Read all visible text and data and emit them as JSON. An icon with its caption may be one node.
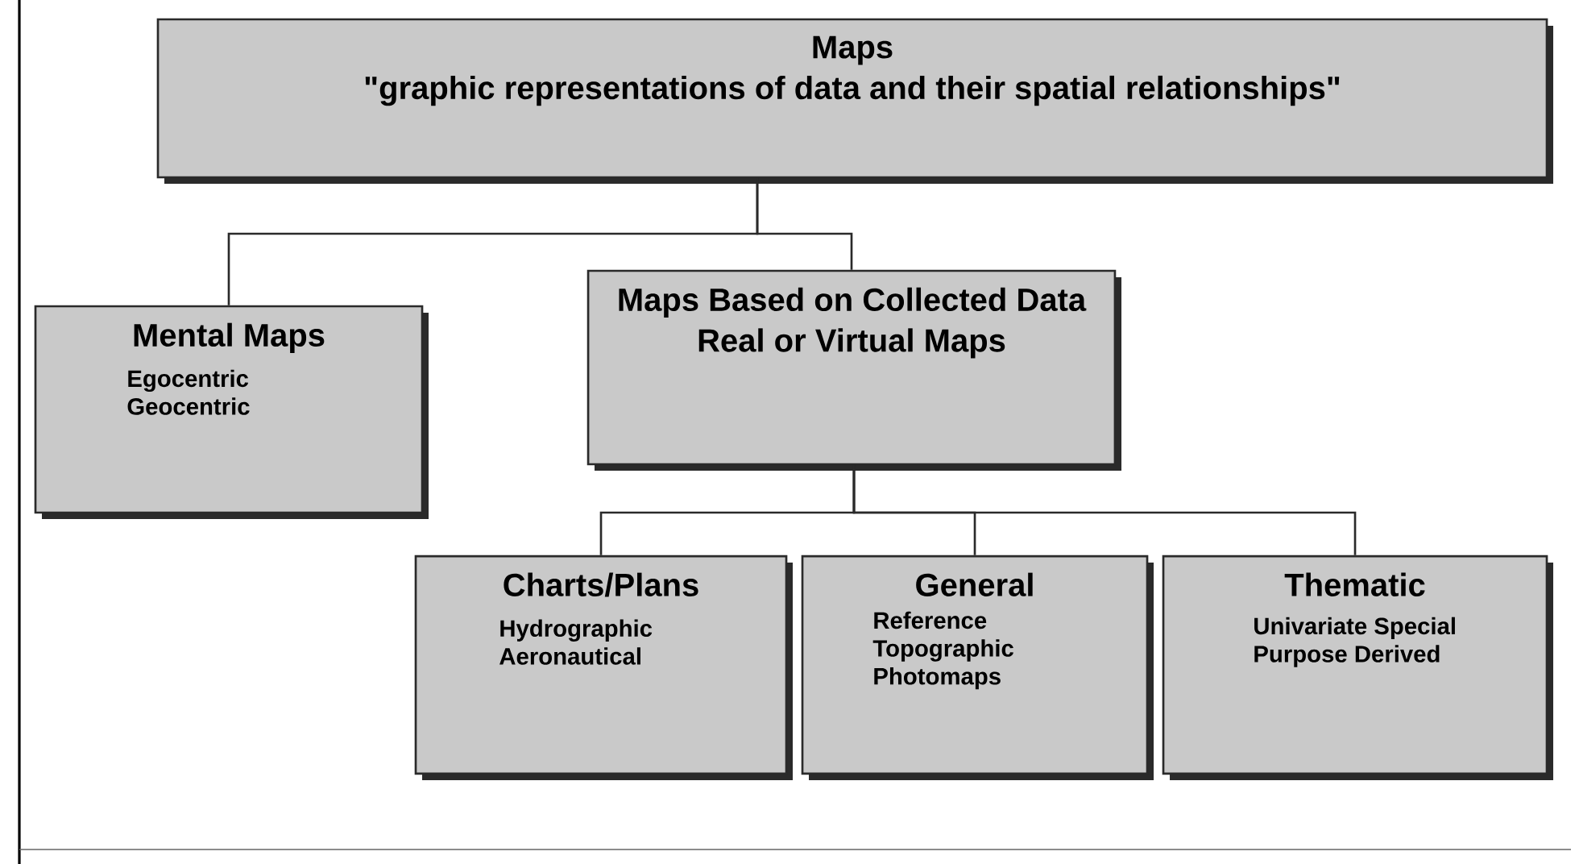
{
  "diagram": {
    "nodes": [
      {
        "text": [
          "Maps",
          "\"graphic representations of data and their spatial relationships\""
        ]
      },
      {
        "text": [
          "Mental Maps",
          "Egocentric Geocentric"
        ]
      },
      {
        "text": [
          "Maps Based on Collected Data",
          "Real or Virtual Maps"
        ]
      },
      {
        "text": [
          "Charts/Plans",
          "Hydrographic Aeronautical"
        ]
      },
      {
        "text": [
          "General",
          "Reference Topographic Photomaps"
        ]
      },
      {
        "text": [
          "Thematic",
          "Univariate Special Purpose Derived"
        ]
      }
    ],
    "edges": [
      {
        "from": 0,
        "to": 1,
        "arrow": "none"
      },
      {
        "from": 0,
        "to": 2,
        "arrow": "none"
      },
      {
        "from": 2,
        "to": 3,
        "arrow": "none"
      },
      {
        "from": 2,
        "to": 4,
        "arrow": "none"
      },
      {
        "from": 2,
        "to": 5,
        "arrow": "none"
      }
    ]
  }
}
